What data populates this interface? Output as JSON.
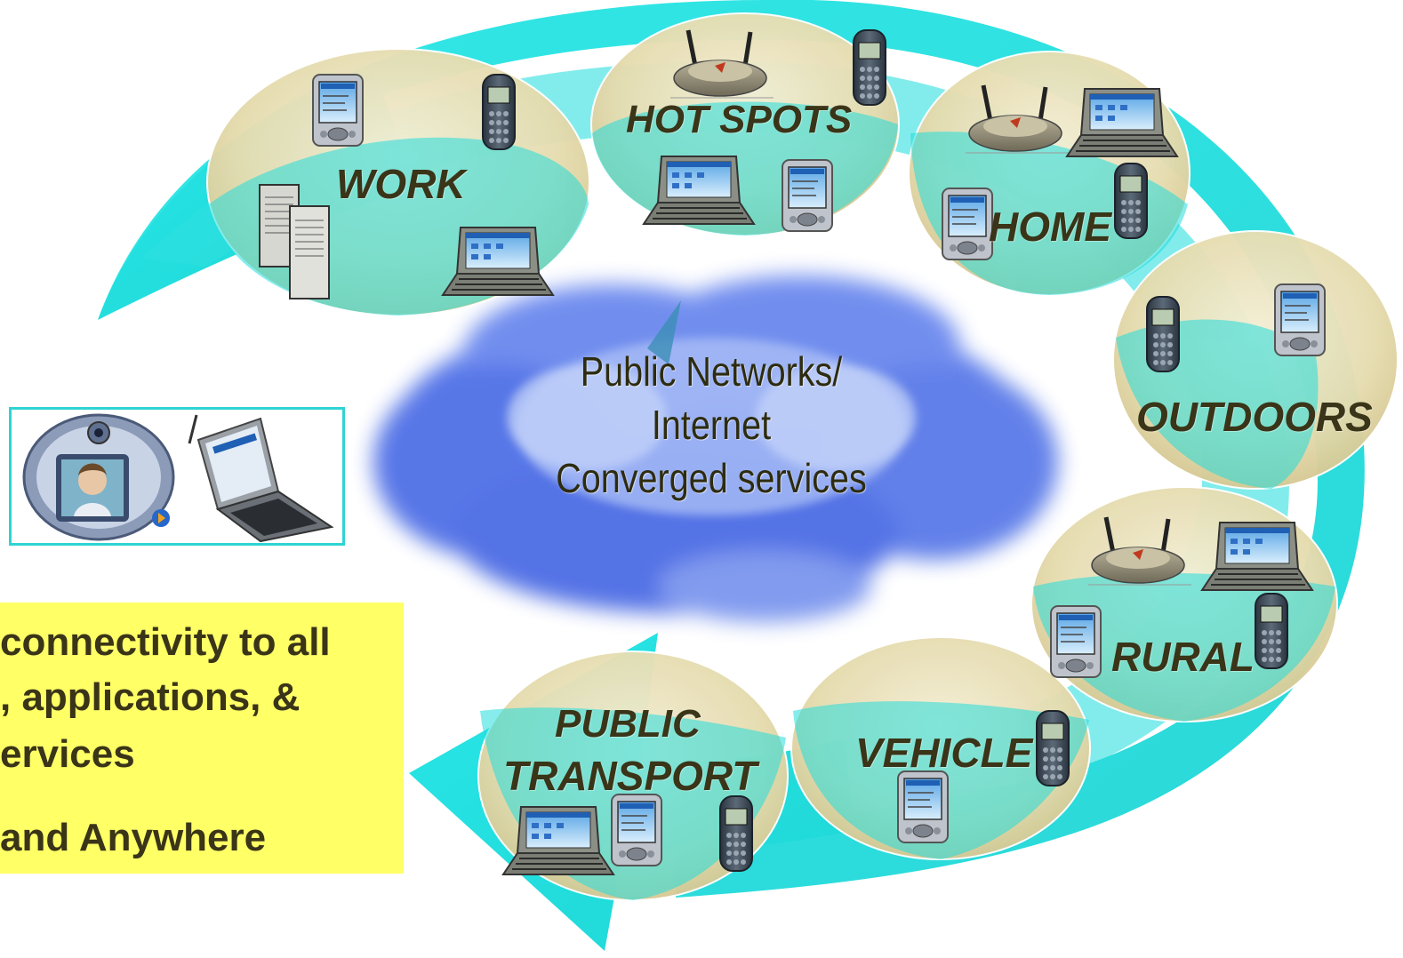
{
  "cloud": {
    "line1": "Public Networks/",
    "line2": "Internet",
    "line3": "Converged services"
  },
  "zones": {
    "work": "WORK",
    "hot_spots": "HOT SPOTS",
    "home": "HOME",
    "outdoors": "OUTDOORS",
    "rural": "RURAL",
    "vehicle": "VEHICLE",
    "public_transport_line1": "PUBLIC",
    "public_transport_line2": "TRANSPORT"
  },
  "note": {
    "line1": "connectivity to all",
    "line2": ", applications, &",
    "line3": "ervices",
    "line4": " and Anywhere"
  },
  "colors": {
    "ring": "#2ee3e3",
    "zone_fill": "#e9dfb6",
    "cloud": "#4f73e8",
    "note_bg": "#ffff66",
    "text": "#3a3418"
  }
}
